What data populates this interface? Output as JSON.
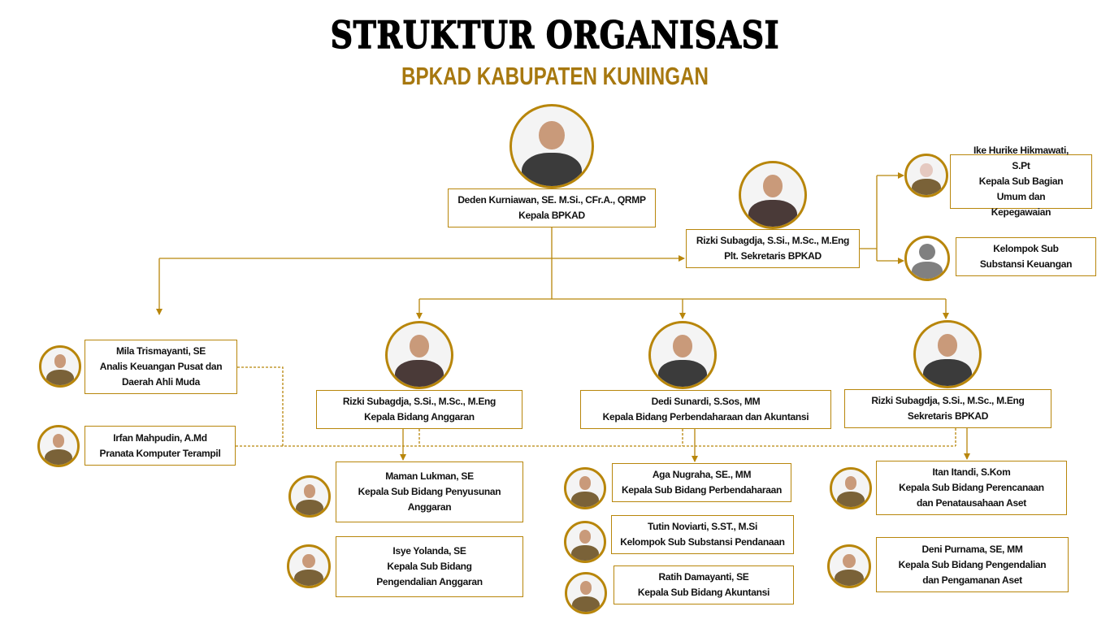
{
  "header": {
    "title": "STRUKTUR ORGANISASI",
    "subtitle": "BPKAD KABUPATEN KUNINGAN"
  },
  "colors": {
    "accent": "#b8860b",
    "subtitle": "#a7780f"
  },
  "nodes": {
    "kepala": {
      "name": "Deden Kurniawan, SE. M.Si., CFr.A., QRMP",
      "title": "Kepala BPKAD"
    },
    "plt_sekretaris": {
      "name": "Rizki Subagdja, S.Si., M.Sc., M.Eng",
      "title": "Plt. Sekretaris BPKAD"
    },
    "umum": {
      "name": "Ike Hurike Hikmawati, S.Pt",
      "title": "Kepala Sub Bagian Umum dan Kepegawaian"
    },
    "keuangan": {
      "name": "Kelompok Sub",
      "title": "Substansi Keuangan"
    },
    "mila": {
      "name": "Mila Trismayanti, SE",
      "title": "Analis Keuangan Pusat dan Daerah Ahli Muda"
    },
    "irfan": {
      "name": "Irfan Mahpudin, A.Md",
      "title": "Pranata Komputer Terampil"
    },
    "anggaran": {
      "name": "Rizki Subagdja, S.Si., M.Sc., M.Eng",
      "title": "Kepala Bidang Anggaran"
    },
    "perbendaharaan": {
      "name": "Dedi Sunardi, S.Sos, MM",
      "title": "Kepala Bidang Perbendaharaan dan Akuntansi"
    },
    "sekretaris": {
      "name": "Rizki Subagdja, S.Si., M.Sc., M.Eng",
      "title": "Sekretaris BPKAD"
    },
    "maman": {
      "name": "Maman Lukman,  SE",
      "title": "Kepala Sub Bidang Penyusunan Anggaran"
    },
    "isye": {
      "name": "Isye Yolanda, SE",
      "title": "Kepala Sub Bidang Pengendalian Anggaran"
    },
    "aga": {
      "name": "Aga Nugraha, SE., MM",
      "title": "Kepala Sub Bidang Perbendaharaan"
    },
    "tutin": {
      "name": "Tutin Noviarti, S.ST., M.Si",
      "title": "Kelompok Sub Substansi Pendanaan"
    },
    "ratih": {
      "name": "Ratih Damayanti, SE",
      "title": "Kepala Sub Bidang Akuntansi"
    },
    "itan": {
      "name": "Itan Itandi, S.Kom",
      "title": "Kepala Sub Bidang Perencanaan dan Penatausahaan Aset"
    },
    "deni": {
      "name": "Deni Purnama, SE, MM",
      "title": "Kepala Sub Bidang Pengendalian dan Pengamanan Aset"
    }
  }
}
